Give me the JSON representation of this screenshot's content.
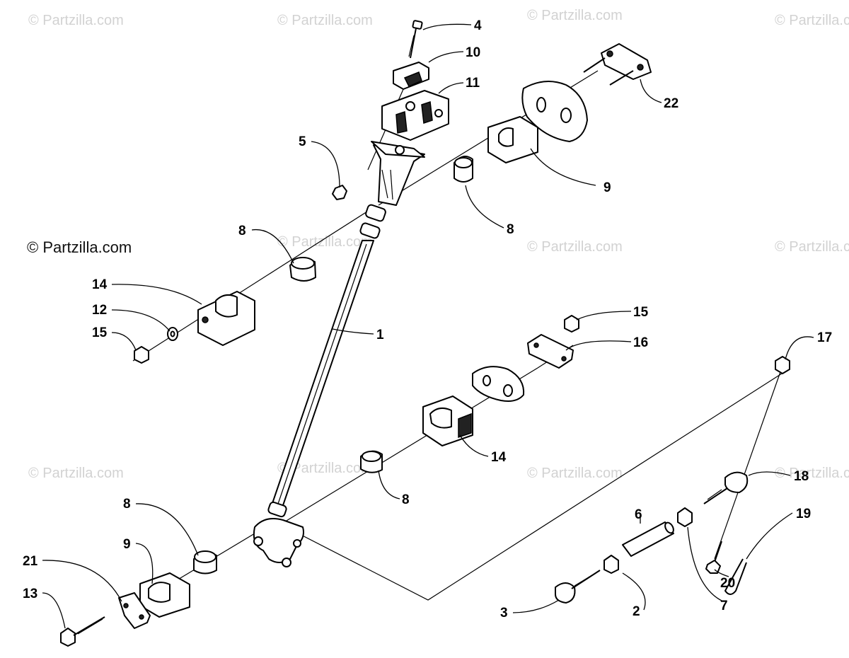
{
  "watermark": {
    "text": "© Partzilla.com",
    "prominent_text": "© Partzilla.com"
  },
  "callouts": [
    {
      "id": "c4",
      "label": "4"
    },
    {
      "id": "c10",
      "label": "10"
    },
    {
      "id": "c11",
      "label": "11"
    },
    {
      "id": "c22",
      "label": "22"
    },
    {
      "id": "c5",
      "label": "5"
    },
    {
      "id": "c9a",
      "label": "9"
    },
    {
      "id": "c8a",
      "label": "8"
    },
    {
      "id": "c8b",
      "label": "8"
    },
    {
      "id": "c14a",
      "label": "14"
    },
    {
      "id": "c12",
      "label": "12"
    },
    {
      "id": "c15a",
      "label": "15"
    },
    {
      "id": "c1",
      "label": "1"
    },
    {
      "id": "c15b",
      "label": "15"
    },
    {
      "id": "c16",
      "label": "16"
    },
    {
      "id": "c17",
      "label": "17"
    },
    {
      "id": "c14b",
      "label": "14"
    },
    {
      "id": "c8c",
      "label": "8"
    },
    {
      "id": "c8d",
      "label": "8"
    },
    {
      "id": "c9b",
      "label": "9"
    },
    {
      "id": "c6",
      "label": "6"
    },
    {
      "id": "c18",
      "label": "18"
    },
    {
      "id": "c19",
      "label": "19"
    },
    {
      "id": "c21",
      "label": "21"
    },
    {
      "id": "c13",
      "label": "13"
    },
    {
      "id": "c20",
      "label": "20"
    },
    {
      "id": "c3",
      "label": "3"
    },
    {
      "id": "c2",
      "label": "2"
    },
    {
      "id": "c7",
      "label": "7"
    }
  ]
}
